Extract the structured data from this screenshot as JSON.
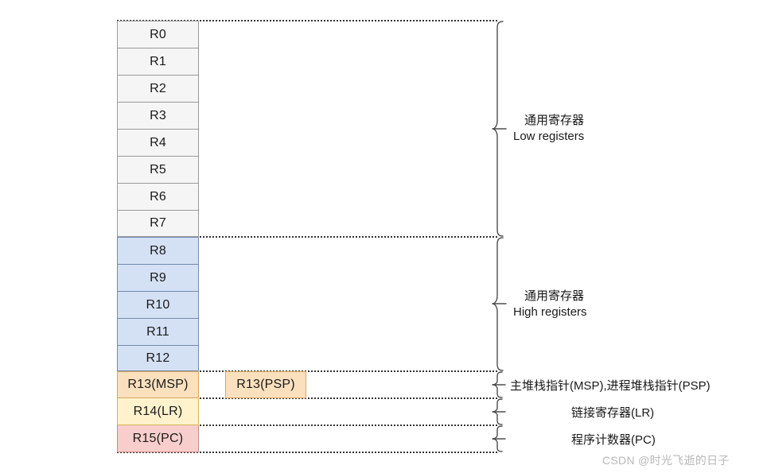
{
  "diagram": {
    "title": "ARM Cortex-M register set",
    "colors": {
      "low_fill": "#f5f5f5",
      "low_border": "#9a9a9a",
      "high_fill": "#d4e1f5",
      "high_border": "#7389ad",
      "sp_fill": "#fae0bd",
      "sp_border": "#d6a85e",
      "lr_fill": "#fff2cc",
      "lr_border": "#d6b656",
      "pc_fill": "#f8cecc",
      "pc_border": "#c98b88",
      "dotted_line": "#333333",
      "brace": "#4d4d4d",
      "watermark": "#b8b8b8"
    },
    "low_registers": [
      {
        "label": "R0"
      },
      {
        "label": "R1"
      },
      {
        "label": "R2"
      },
      {
        "label": "R3"
      },
      {
        "label": "R4"
      },
      {
        "label": "R5"
      },
      {
        "label": "R6"
      },
      {
        "label": "R7"
      }
    ],
    "high_registers": [
      {
        "label": "R8"
      },
      {
        "label": "R9"
      },
      {
        "label": "R10"
      },
      {
        "label": "R11"
      },
      {
        "label": "R12"
      }
    ],
    "special_registers": [
      {
        "label": "R13(MSP)"
      },
      {
        "label": "R13(PSP)"
      },
      {
        "label": "R14(LR)"
      },
      {
        "label": "R15(PC)"
      }
    ],
    "annotations": {
      "low_group": {
        "cn": "通用寄存器",
        "en": "Low registers"
      },
      "high_group": {
        "cn": "通用寄存器",
        "en": "High registers"
      },
      "sp_row": "主堆栈指针(MSP),进程堆栈指针(PSP)",
      "lr_row": "链接寄存器(LR)",
      "pc_row": "程序计数器(PC)"
    },
    "watermark": "CSDN @时光飞逝的日子"
  }
}
